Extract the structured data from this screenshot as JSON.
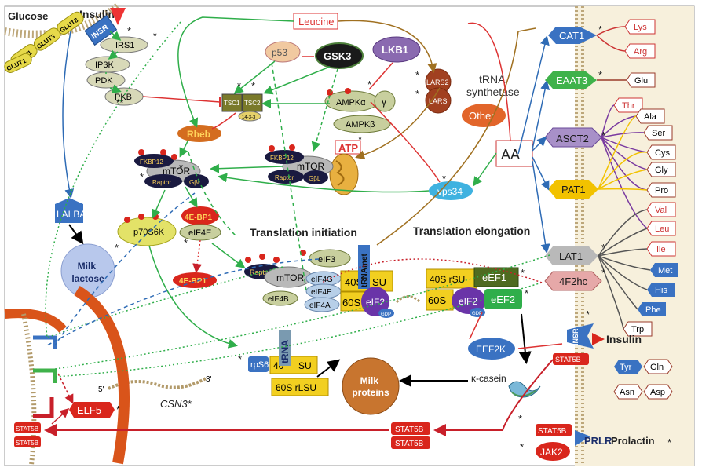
{
  "membrane": {
    "top_left_labels": {
      "glucose": "Glucose",
      "insulin": "Insulin",
      "insr": "INSR",
      "glut1a": "GLUT1",
      "glut3": "GLUT3",
      "glut8": "GLUT8",
      "glut1b": "GLUT1"
    },
    "transporters": {
      "cat1": "CAT1",
      "eaat3": "EAAT3",
      "asct2": "ASCT2",
      "pat1": "PAT1",
      "lat1": "LAT1",
      "f2hc": "4F2hc"
    },
    "amino_acids": {
      "lys": "Lys",
      "arg": "Arg",
      "glu": "Glu",
      "thr": "Thr",
      "ala": "Ala",
      "ser": "Ser",
      "cys": "Cys",
      "gly": "Gly",
      "pro": "Pro",
      "val": "Val",
      "leu": "Leu",
      "ile": "Ile",
      "met": "Met",
      "his": "His",
      "phe": "Phe",
      "trp": "Trp",
      "tyr": "Tyr",
      "gln": "Gln",
      "asn": "Asn",
      "asp": "Asp"
    },
    "receptors": {
      "insr_right": "INSR",
      "insulin_right": "Insulin",
      "stat5b_r1": "STAT5B",
      "stat5b_r2": "STAT5B",
      "prlr": "PRLR",
      "prolactin": "Prolactin",
      "jak2": "JAK2"
    }
  },
  "signaling": {
    "irs1": "IRS1",
    "ip3k": "IP3K",
    "pdk": "PDK",
    "pkb": "PKB",
    "p53": "p53",
    "gsk3": "GSK3",
    "lkb1": "LKB1",
    "ampka": "AMPKα",
    "ampkg": "γ",
    "ampkb": "AMPKβ",
    "tsc1": "TSC1",
    "tsc2": "TSC2",
    "p1433": "14-3-3",
    "rheb": "Rheb",
    "atp": "ATP",
    "leucine": "Leucine",
    "lars2": "LARS2",
    "lars": "LARS",
    "trna_synth": "tRNA\nsynthetase",
    "other": "Other",
    "aa": "AA",
    "vps34": "vps34",
    "lalba": "LALBA",
    "milk_lactose": "Milk\nlactose",
    "mtorc1": {
      "fkbp12": "FKBP12",
      "mtor": "mTOR",
      "raptor": "Raptor",
      "gbl": "GβL"
    },
    "mtorc2": {
      "fkbp12": "FKBP12",
      "mtor": "mTOR",
      "raptor": "Raptor",
      "gbl": "GβL"
    },
    "p70": "p70S6K",
    "ebp1": "4E-BP1",
    "eif4e": "eIF4E",
    "ebp1_free": "4E-BP1"
  },
  "translation": {
    "initiation_title": "Translation initiation",
    "elongation_title": "Translation elongation",
    "raptor": "Raptor",
    "mtor": "mTOR",
    "eif3": "eIF3",
    "eif4g": "eIF4G",
    "eif4e": "eIF4E",
    "eif4b": "eIF4B",
    "eif4a": "eIF4A",
    "su40": "40S",
    "su": "SU",
    "su60": "60S",
    "trnamet": "tRNAmet",
    "eif2": "eIF2",
    "gdp": "GDP",
    "rsu40": "40S rSU",
    "eef1": "eEF1",
    "eif2b": "eIF2",
    "eef2": "eEF2",
    "su60b": "60S",
    "gdp2": "GDP",
    "eef2k": "EEF2K",
    "rps6": "rpS6",
    "r40": "40",
    "rsu": "SU",
    "trna": "tRNA",
    "rlsu": "60S rLSU",
    "milk_proteins": "Milk\nproteins",
    "kcasein": "κ-casein",
    "csn3": "CSN3*",
    "elf5": "ELF5",
    "stat5b_a": "STAT5B",
    "stat5b_b": "STAT5B",
    "stat5b_c": "STAT5B",
    "stat5b_d": "STAT5B",
    "mrna_5": "5'",
    "mrna_3": "3'"
  }
}
